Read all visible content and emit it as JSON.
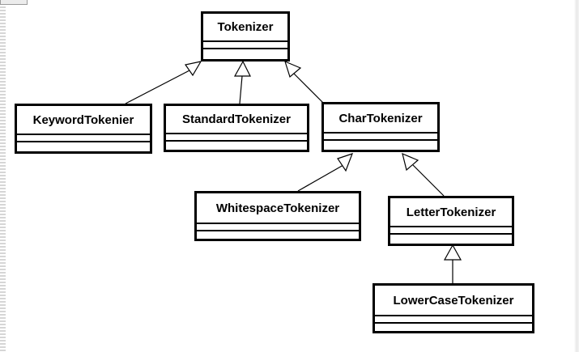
{
  "diagram": {
    "classes": [
      {
        "id": "tokenizer",
        "name": "Tokenizer"
      },
      {
        "id": "keyword",
        "name": "KeywordTokenier"
      },
      {
        "id": "standard",
        "name": "StandardTokenizer"
      },
      {
        "id": "char",
        "name": "CharTokenizer"
      },
      {
        "id": "whitespace",
        "name": "WhitespaceTokenizer"
      },
      {
        "id": "letter",
        "name": "LetterTokenizer"
      },
      {
        "id": "lowercase",
        "name": "LowerCaseTokenizer"
      }
    ],
    "relations": [
      {
        "type": "generalization",
        "from": "keyword",
        "to": "tokenizer"
      },
      {
        "type": "generalization",
        "from": "standard",
        "to": "tokenizer"
      },
      {
        "type": "generalization",
        "from": "char",
        "to": "tokenizer"
      },
      {
        "type": "generalization",
        "from": "whitespace",
        "to": "char"
      },
      {
        "type": "generalization",
        "from": "letter",
        "to": "char"
      },
      {
        "type": "generalization",
        "from": "lowercase",
        "to": "letter"
      }
    ]
  }
}
